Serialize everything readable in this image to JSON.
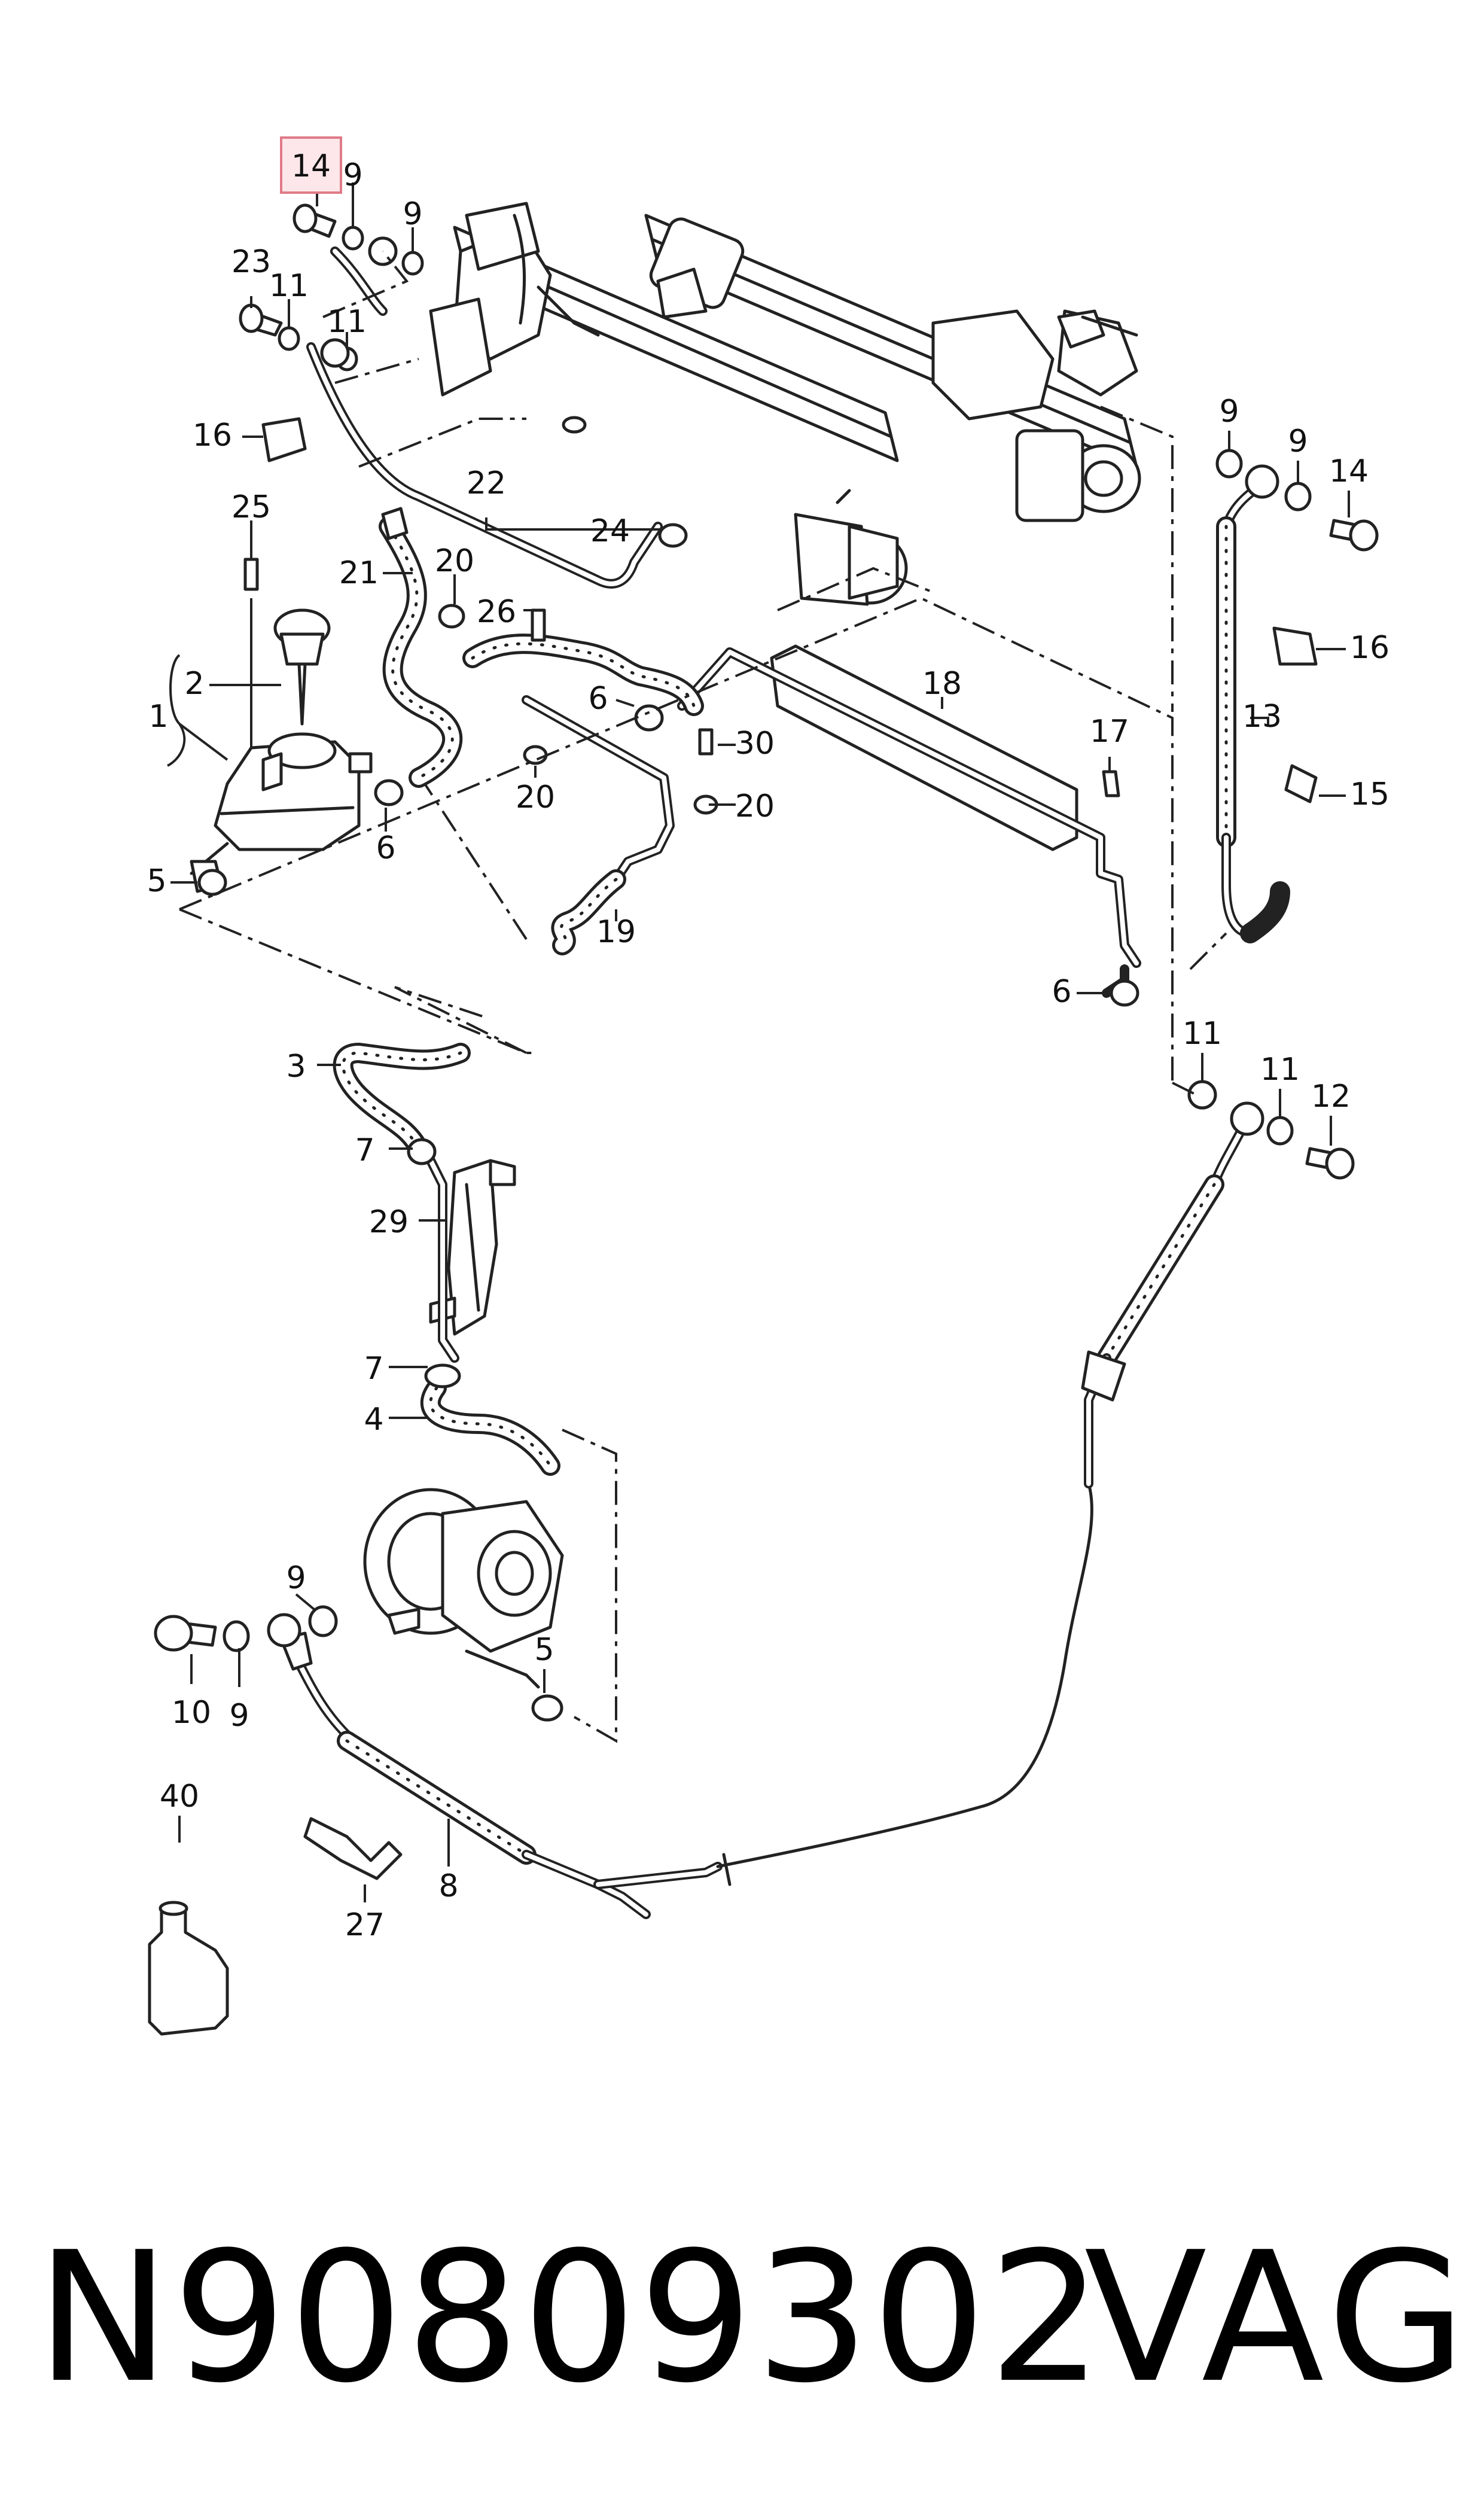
{
  "highlight_label": "14",
  "callouts": {
    "c14a": "14",
    "c9a": "9",
    "c9b": "9",
    "c23": "23",
    "c11a": "11",
    "c11b": "11",
    "c16a": "16",
    "c22": "22",
    "c24": "24",
    "c25": "25",
    "c21": "21",
    "c20a": "20",
    "c26": "26",
    "c2": "2",
    "c1": "1",
    "c6a": "6",
    "c20b": "20",
    "c30": "30",
    "c20c": "20",
    "c18": "18",
    "c17": "17",
    "c6b": "6",
    "c6c": "6",
    "c5a": "5",
    "c19": "19",
    "c9c": "9",
    "c9d": "9",
    "c14b": "14",
    "c16b": "16",
    "c13": "13",
    "c15": "15",
    "c11c": "11",
    "c11d": "11",
    "c12": "12",
    "c3": "3",
    "c7a": "7",
    "c29": "29",
    "c7b": "7",
    "c4": "4",
    "c9e": "9",
    "c10": "10",
    "c9f": "9",
    "c5b": "5",
    "c40": "40",
    "c8": "8",
    "c27": "27"
  },
  "footer": {
    "part_number": "N90809302",
    "brand": "VAG"
  },
  "colors": {
    "highlight_fill": "#fde7ea",
    "highlight_stroke": "#e07a88",
    "line": "#222222"
  }
}
